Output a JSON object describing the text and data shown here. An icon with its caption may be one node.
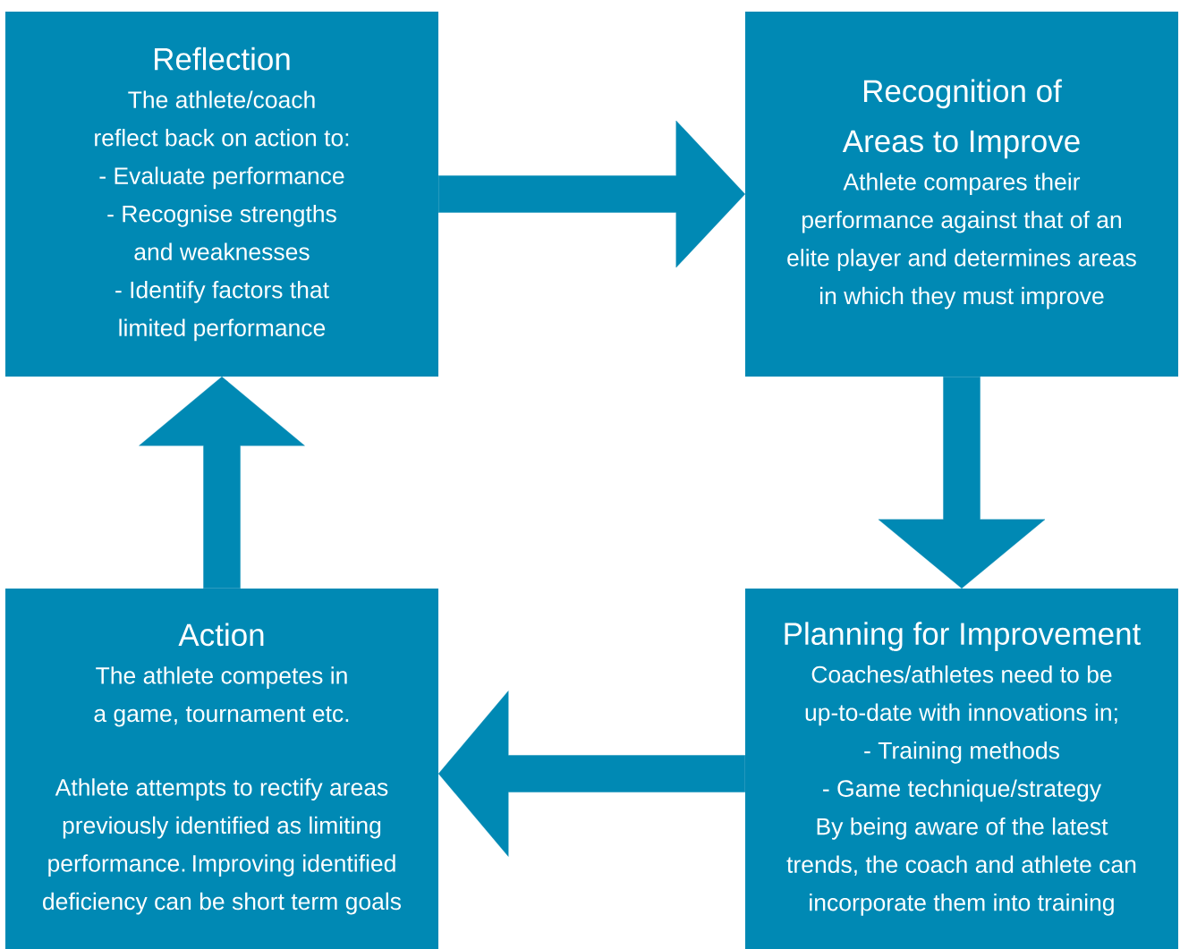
{
  "diagram": {
    "nodes": [
      {
        "text": [
          "Reflection",
          "The athlete/coach reflect back on action to:",
          "- Evaluate performance",
          "- Recognise strengths and weaknesses",
          "- Identify factors that limited performance"
        ]
      },
      {
        "text": [
          "Recognition of Areas to Improve",
          "Athlete compares their performance against that of an elite player and determines areas in which they must improve"
        ]
      },
      {
        "text": [
          "Planning for Improvement",
          "Coaches/athletes need to be up-to-date with innovations in;",
          "- Training methods",
          "- Game technique/strategy",
          "By being aware of the latest trends, the coach and athlete can incorporate them into training"
        ]
      },
      {
        "text": [
          "Action",
          "The athlete competes in a game, tournament etc.",
          "Athlete attempts to rectify areas previously identified as limiting performance. Improving identified deficiency can be short term goals"
        ]
      }
    ],
    "edges": [
      {
        "from": 0,
        "to": 1,
        "arrow": "to"
      },
      {
        "from": 1,
        "to": 2,
        "arrow": "to"
      },
      {
        "from": 2,
        "to": 3,
        "arrow": "to"
      },
      {
        "from": 3,
        "to": 0,
        "arrow": "to"
      }
    ]
  }
}
